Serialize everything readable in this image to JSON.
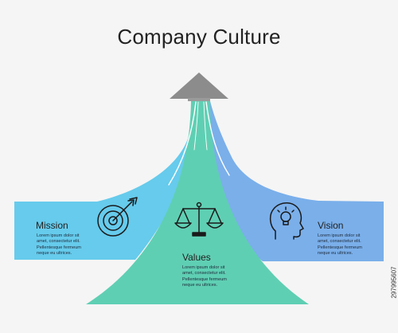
{
  "title": "Company Culture",
  "sections": {
    "mission": {
      "heading": "Mission",
      "body": "Lorem ipsum dolor sit\namet, consectetur elit.\nPellentesque fermeum\nneque eu ultrices.",
      "icon": "target-arrow-icon"
    },
    "values": {
      "heading": "Values",
      "body": "Lorem ipsum dolor sit\namet, consectetur elit.\nPellentesque fermeum\nneque eu ultrices.",
      "icon": "balance-scale-icon"
    },
    "vision": {
      "heading": "Vision",
      "body": "Lorem ipsum dolor sit\namet, consectetur elit.\nPellentesque fermeum\nneque eu ultrices.",
      "icon": "head-lightbulb-icon"
    }
  },
  "watermark": "297995607",
  "colors": {
    "background": "#f5f5f5",
    "mission": "#66cbec",
    "values": "#5fcfb3",
    "vision": "#7aafea",
    "arrow": "#8c8c8c",
    "text": "#222222"
  }
}
